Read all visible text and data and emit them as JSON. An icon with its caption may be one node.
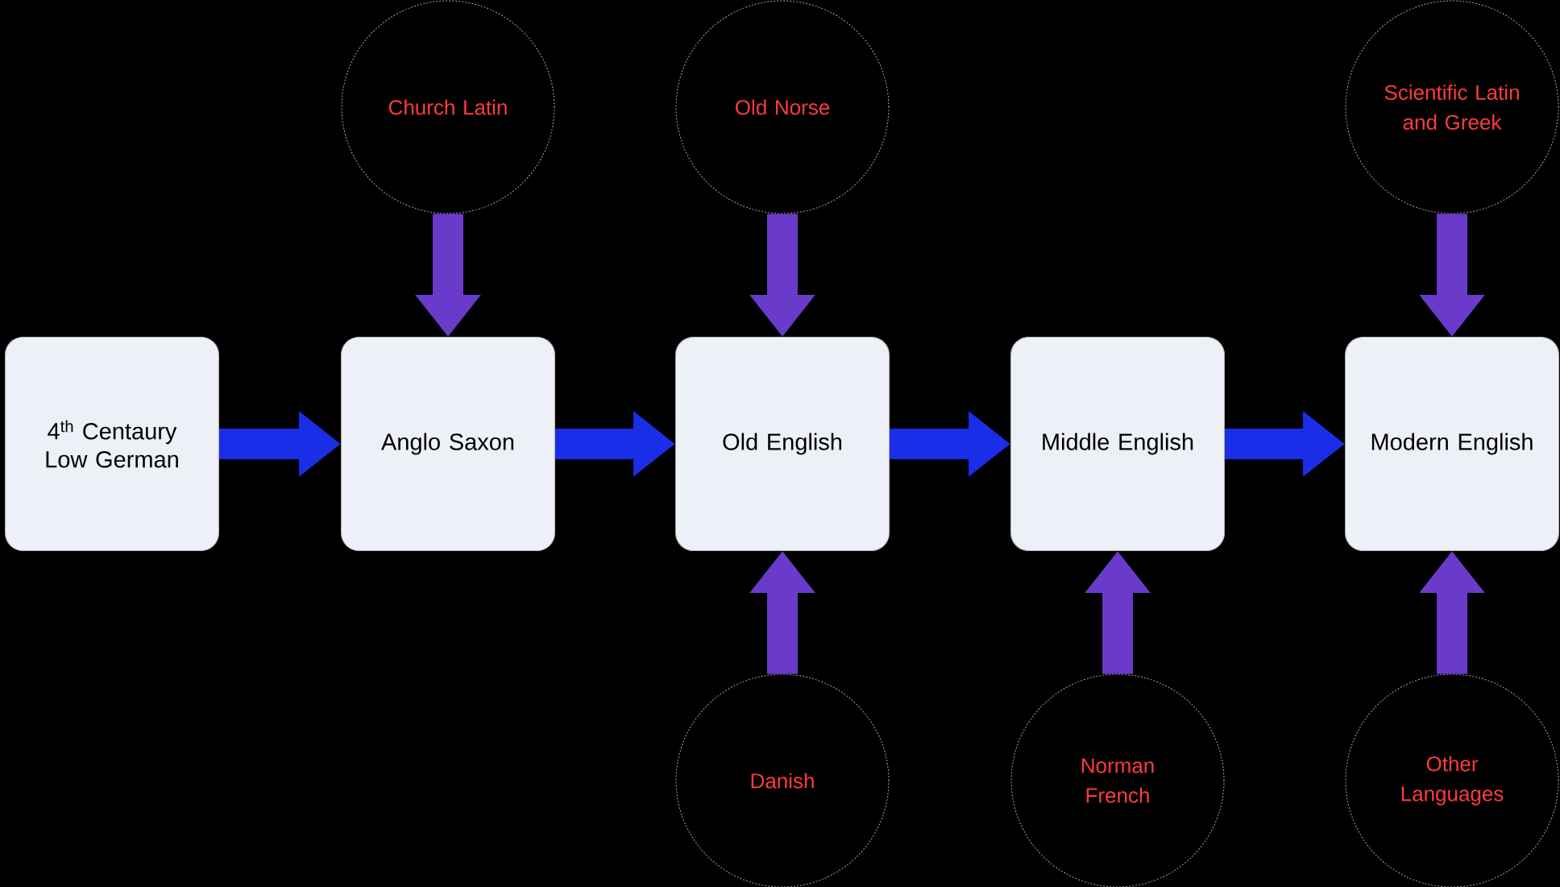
{
  "diagram": {
    "nodes": [
      {
        "text": [
          "Church Latin"
        ]
      },
      {
        "text": [
          "Old Norse"
        ]
      },
      {
        "text": [
          "Scientific Latin and Greek"
        ]
      },
      {
        "text": [
          "4$^{th}$ Centaury Low German"
        ]
      },
      {
        "text": [
          "Anglo Saxon"
        ]
      },
      {
        "text": [
          "Old English"
        ]
      },
      {
        "text": [
          "Middle English"
        ]
      },
      {
        "text": [
          "Modern English"
        ]
      },
      {
        "text": [
          "Danish"
        ]
      },
      {
        "text": [
          "Norman French"
        ]
      },
      {
        "text": [
          "Other Languages"
        ]
      }
    ],
    "edges": [
      {
        "from": 3,
        "to": 4,
        "arrow": "to",
        "color": "#1a2ee8"
      },
      {
        "from": 4,
        "to": 5,
        "arrow": "to",
        "color": "#1a2ee8"
      },
      {
        "from": 5,
        "to": 6,
        "arrow": "to",
        "color": "#1a2ee8"
      },
      {
        "from": 6,
        "to": 7,
        "arrow": "to",
        "color": "#1a2ee8"
      },
      {
        "from": 0,
        "to": 4,
        "arrow": "to"
      },
      {
        "from": 1,
        "to": 5,
        "arrow": "to"
      },
      {
        "from": 2,
        "to": 7,
        "arrow": "to"
      },
      {
        "from": 8,
        "to": 5,
        "arrow": "to"
      },
      {
        "from": 9,
        "to": 6,
        "arrow": "to"
      },
      {
        "from": 10,
        "to": 7,
        "arrow": "to"
      }
    ]
  }
}
